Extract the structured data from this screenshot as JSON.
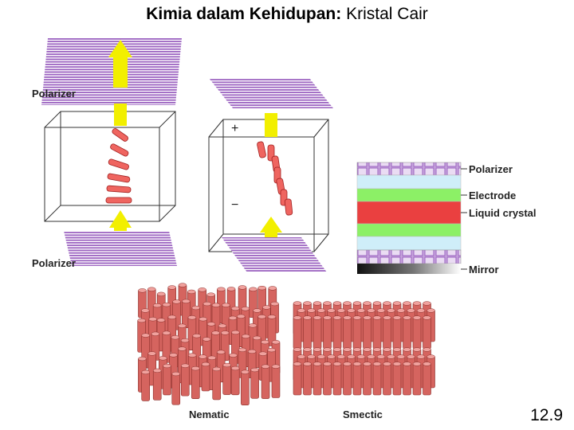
{
  "title": {
    "bold": "Kimia dalam Kehidupan:",
    "regular": "Kristal Cair"
  },
  "figure": {
    "polarizer_top_label": "Polarizer",
    "polarizer_bottom_label": "Polarizer",
    "plus_sign": "+",
    "minus_sign": "−",
    "layer_labels": [
      "Polarizer",
      "Electrode",
      "Liquid crystal",
      "Mirror"
    ],
    "phase_labels": [
      "Nematic",
      "Smectic"
    ]
  },
  "colors": {
    "polarizer": "#9b62c0",
    "arrow": "#f2ef00",
    "rod": "#ef6560",
    "electrode": "#8cf066",
    "spacer": "#cfeef9",
    "liquid_crystal": "#ea4040",
    "column": "#d5645f"
  },
  "slide_number": "12.9"
}
